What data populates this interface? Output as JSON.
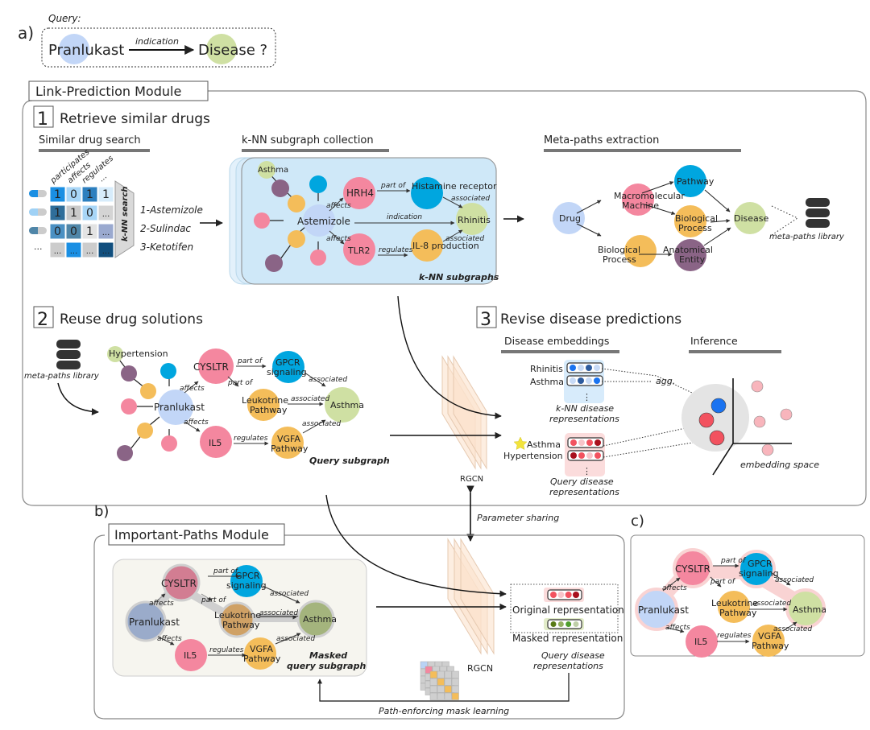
{
  "panel_a": {
    "label": "a)",
    "query_label": "Query:",
    "drug": "Pranlukast",
    "relation": "indication",
    "target": "Disease ?"
  },
  "link_prediction": {
    "title": "Link-Prediction Module",
    "step1": {
      "num": "1",
      "title": "Retrieve similar drugs",
      "similar_search": {
        "heading": "Similar drug search",
        "columns": [
          "participates",
          "affects",
          "regulates",
          "..."
        ],
        "rows": [
          [
            "1",
            "0",
            "1",
            "1"
          ],
          [
            "1",
            "1",
            "0",
            "..."
          ],
          [
            "0",
            "0",
            "1",
            "..."
          ],
          [
            "...",
            "...",
            "...",
            "..."
          ]
        ],
        "row_ellipsis": "...",
        "knn_label": "k-NN search",
        "results": [
          "1-Astemizole",
          "2-Sulindac",
          "3-Ketotifen"
        ]
      },
      "knn_collection": {
        "heading": "k-NN subgraph collection",
        "center": "Astemizole",
        "nodes": {
          "asthma": "Asthma",
          "hrh4": "HRH4",
          "histamine": "Histamine receptor",
          "rhinitis": "Rhinitis",
          "tlr2": "TLR2",
          "il8": "IL-8 production"
        },
        "edges": {
          "affects1": "affects",
          "affects2": "affects",
          "partof": "part of",
          "assoc1": "associated",
          "indication": "indication",
          "regulates": "regulates",
          "assoc2": "associated"
        },
        "caption": "k-NN subgraphs"
      },
      "metapaths": {
        "heading": "Meta-paths extraction",
        "nodes": {
          "drug": "Drug",
          "macro": "Macromolecular Machine",
          "pathway": "Pathway",
          "bio1": "Biological Process",
          "bio2": "Biological Process",
          "anat": "Anatomical Entity",
          "disease": "Disease"
        },
        "library": "meta-paths library"
      }
    },
    "step2": {
      "num": "2",
      "title": "Reuse drug solutions",
      "library": "meta-paths library",
      "center": "Pranlukast",
      "nodes": {
        "hypertension": "Hypertension",
        "cysltr": "CYSLTR",
        "gpcr": "GPCR signaling",
        "leuko": "Leukotrine Pathway",
        "asthma": "Asthma",
        "il5": "IL5",
        "vgfa": "VGFA Pathway"
      },
      "edges": {
        "affects1": "affects",
        "affects2": "affects",
        "partof1": "part of",
        "partof2": "part of",
        "assoc1": "associated",
        "assoc2": "associated",
        "assoc3": "associated",
        "regulates": "regulates"
      },
      "caption": "Query subgraph"
    },
    "rgcn_label": "RGCN",
    "step3": {
      "num": "3",
      "title": "Revise disease predictions",
      "embeddings_heading": "Disease embeddings",
      "knn_reps": {
        "items": [
          "Rhinitis",
          "Asthma"
        ],
        "caption": "k-NN disease representations"
      },
      "query_reps": {
        "items": [
          "Asthma",
          "Hypertension"
        ],
        "caption": "Query disease representations"
      },
      "agg": "agg.",
      "inference_heading": "Inference",
      "space_label": "embedding space"
    }
  },
  "parameter_sharing": "Parameter sharing",
  "panel_b": {
    "label": "b)",
    "title": "Important-Paths Module",
    "nodes": {
      "cysltr": "CYSLTR",
      "gpcr": "GPCR signaling",
      "pranlukast": "Pranlukast",
      "leuko": "Leukotrine Pathway",
      "asthma": "Asthma",
      "il5": "IL5",
      "vgfa": "VGFA Pathway"
    },
    "edges": {
      "partof1": "part of",
      "partof2": "part of",
      "affects1": "affects",
      "affects2": "affects",
      "assoc1": "associated",
      "assoc2": "associated",
      "assoc3": "associated",
      "regulates": "regulates"
    },
    "caption": "Masked query subgraph",
    "rgcn_label": "RGCN",
    "original": "Original representation",
    "masked": "Masked representation",
    "reps_caption": "Query disease representations",
    "mask_learning": "Path-enforcing mask learning"
  },
  "panel_c": {
    "label": "c)",
    "nodes": {
      "cysltr": "CYSLTR",
      "gpcr": "GPCR signaling",
      "pranlukast": "Pranlukast",
      "leuko": "Leukotrine Pathway",
      "asthma": "Asthma",
      "il5": "IL5",
      "vgfa": "VGFA Pathway"
    },
    "edges": {
      "partof1": "part of",
      "partof2": "part of",
      "affects1": "affects",
      "affects2": "affects",
      "assoc1": "associated",
      "assoc2": "associated",
      "assoc3": "associated",
      "regulates": "regulates"
    }
  },
  "colors": {
    "drug": "#c2d6f7",
    "disease": "#cfe0a3",
    "gene": "#f4879f",
    "pathway": "#00a6df",
    "process": "#f4bd5a",
    "anatomy": "#8a6486",
    "knn_bg": "#d4ebf9",
    "highlight": "#f9d3d3"
  }
}
